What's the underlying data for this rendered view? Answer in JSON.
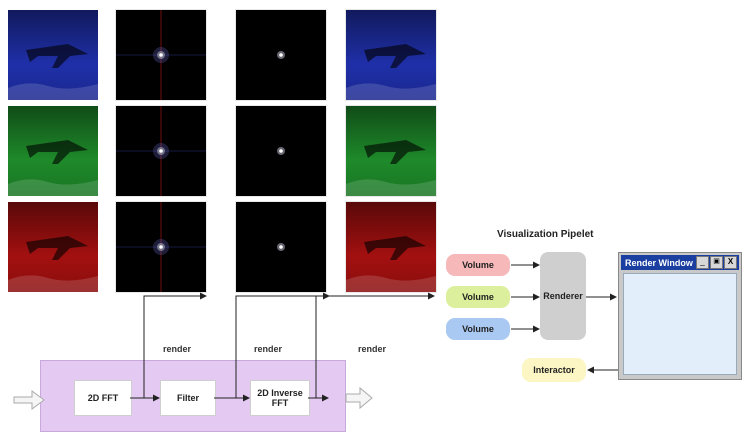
{
  "colors": {
    "image_blue": "#1f2fa8",
    "image_green": "#1e8a2a",
    "image_red": "#a31010",
    "pipeline_band": "#e4c9f2",
    "volume_pink": "#f6b8b8",
    "volume_lime": "#dcef9c",
    "volume_blue": "#a9c9f3",
    "renderer_gray": "#cfcfcf",
    "interactor_yellow": "#fbf6c4",
    "render_window_title": "#1a3fa0",
    "render_window_body": "#e2effa"
  },
  "pipeline": {
    "stages": [
      "2D FFT",
      "Filter",
      "2D Inverse\nFFT"
    ],
    "render_label": "render"
  },
  "visualization": {
    "title": "Visualization Pipelet",
    "volumes": [
      "Volume",
      "Volume",
      "Volume"
    ],
    "renderer": "Renderer",
    "interactor": "Interactor",
    "render_window": {
      "title": "Render Window",
      "buttons": [
        "_",
        "▣",
        "X"
      ]
    }
  }
}
